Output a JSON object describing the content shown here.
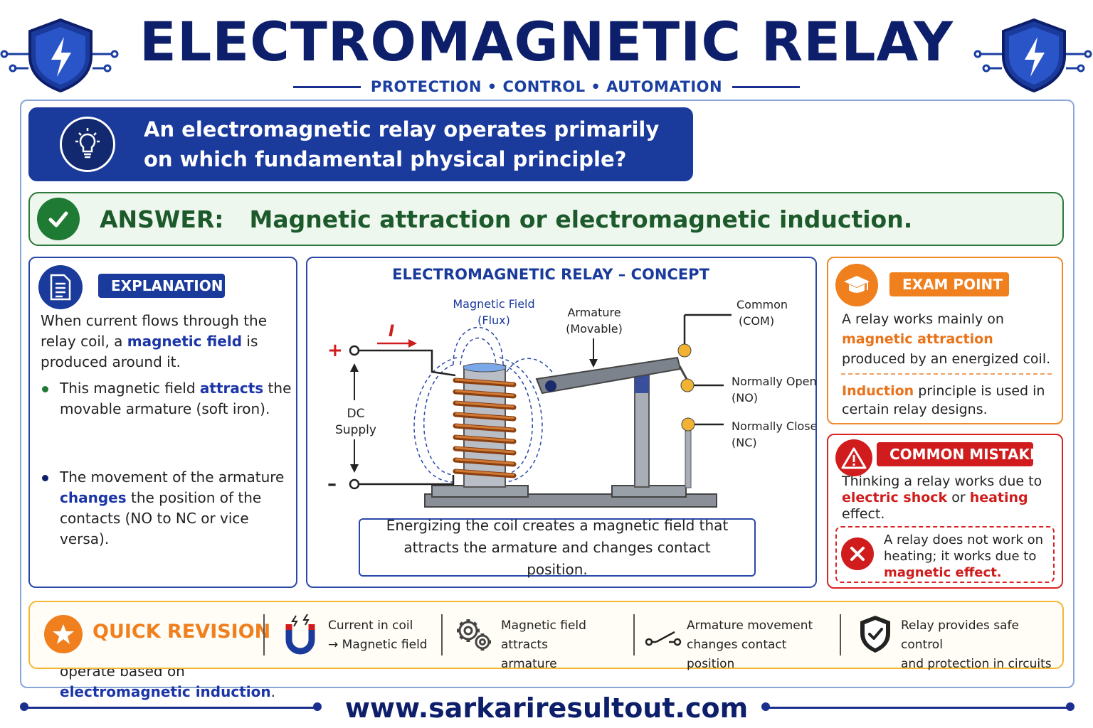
{
  "header": {
    "title": "ELECTROMAGNETIC RELAY",
    "subtitle": "PROTECTION • CONTROL • AUTOMATION"
  },
  "question": {
    "text": "An electromagnetic relay operates primarily on which fundamental physical principle?"
  },
  "answer": {
    "label": "ANSWER:",
    "text": "Magnetic attraction or electromagnetic induction."
  },
  "explanation": {
    "badge": "EXPLANATION",
    "intro_1": "When current flows through the relay coil, a ",
    "intro_hl": "magnetic field",
    "intro_2": " is produced around it.",
    "b1_1": "This magnetic field ",
    "b1_hl": "attracts",
    "b1_2": " the movable armature (soft iron).",
    "b2_1": "The movement of the armature ",
    "b2_hl": "changes",
    "b2_2": " the position of the contacts (NO to NC or vice versa).",
    "b3_1": "Some relay types (e.g., induction type, AC relays) also operate based on ",
    "b3_hl": "electromagnetic induction",
    "b3_2": "."
  },
  "concept": {
    "title": "ELECTROMAGNETIC RELAY – CONCEPT",
    "field_1": "Magnetic Field",
    "field_2": "(Flux)",
    "armature_1": "Armature",
    "armature_2": "(Movable)",
    "common_1": "Common",
    "common_2": "(COM)",
    "no_1": "Normally Open",
    "no_2": "(NO)",
    "nc_1": "Normally Closed",
    "nc_2": "(NC)",
    "current": "I",
    "plus": "+",
    "minus": "–",
    "dc_1": "DC",
    "dc_2": "Supply",
    "caption": "Energizing the coil creates a magnetic field that attracts the armature and changes contact position."
  },
  "exam": {
    "badge": "EXAM POINT",
    "p1_1": "A relay works mainly on ",
    "p1_hl": "magnetic attraction",
    "p1_2": " produced by an energized coil.",
    "p2_hl": "Induction",
    "p2_2": " principle is used in certain relay designs."
  },
  "mistake": {
    "badge": "COMMON MISTAKE",
    "t_1": "Thinking a relay works due to ",
    "t_hl1": "electric shock",
    "t_mid": " or ",
    "t_hl2": "heating",
    "t_2": " effect.",
    "c_1": "A relay does not work on heating; it works due to ",
    "c_hl": "magnetic effect."
  },
  "quick": {
    "title": "QUICK REVISION",
    "i1_1": "Current in coil",
    "i1_2": "→ Magnetic field",
    "i2_1": "Magnetic field attracts",
    "i2_2": "armature",
    "i3_1": "Armature movement",
    "i3_2": "changes contact position",
    "i4_1": "Relay provides safe control",
    "i4_2": "and protection in circuits"
  },
  "footer": {
    "url": "www.sarkariresultout.com"
  },
  "colors": {
    "navy": "#0d1f6b",
    "blue": "#1a3a9c",
    "green": "#1f7a34",
    "orange": "#f07f1e",
    "red": "#d01c1c",
    "gold": "#f5b731"
  }
}
